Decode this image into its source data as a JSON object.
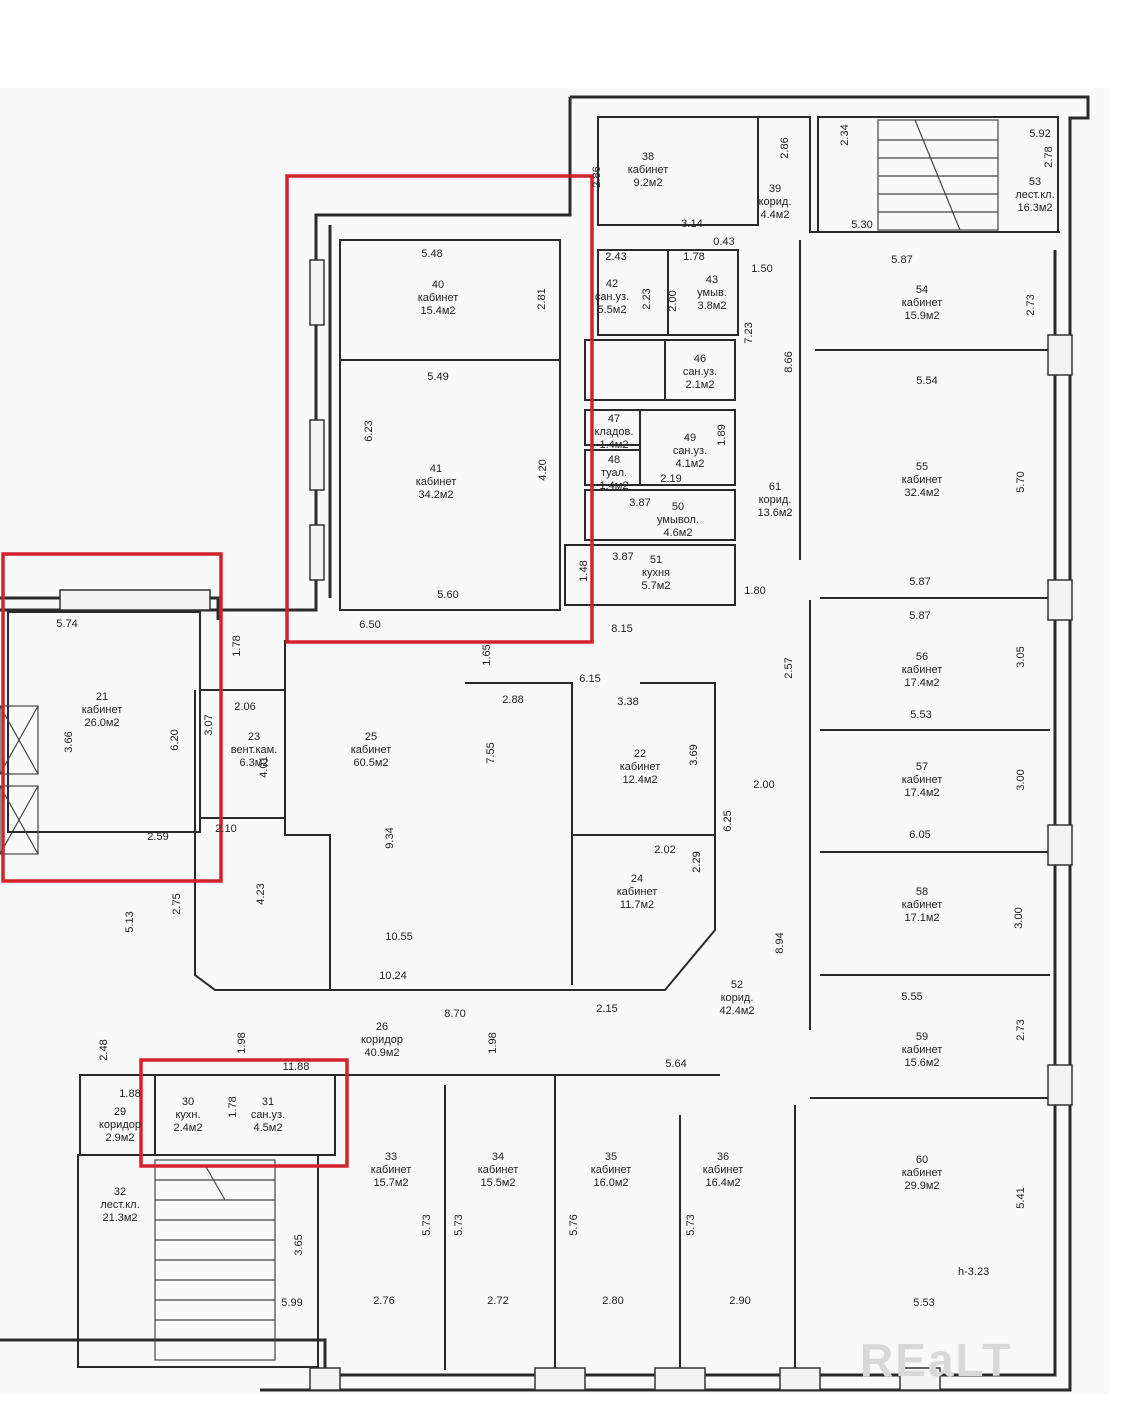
{
  "rooms": [
    {
      "id": "r38",
      "num": "38",
      "name": "кабинет",
      "area": "9.2м2"
    },
    {
      "id": "r39",
      "num": "39",
      "name": "корид.",
      "area": "4.4м2"
    },
    {
      "id": "r53",
      "num": "53",
      "name": "лест.кл.",
      "area": "16.3м2"
    },
    {
      "id": "r40",
      "num": "40",
      "name": "кабинет",
      "area": "15.4м2"
    },
    {
      "id": "r42",
      "num": "42",
      "name": "сан.уз.",
      "area": "5.5м2"
    },
    {
      "id": "r43",
      "num": "43",
      "name": "умыв.",
      "area": "3.8м2"
    },
    {
      "id": "r46",
      "num": "46",
      "name": "сан.уз.",
      "area": "2.1м2"
    },
    {
      "id": "r47",
      "num": "47",
      "name": "кладов.",
      "area": "1.4м2"
    },
    {
      "id": "r49",
      "num": "49",
      "name": "сан.уз.",
      "area": "4.1м2"
    },
    {
      "id": "r48",
      "num": "48",
      "name": "туал.",
      "area": "1.4м2"
    },
    {
      "id": "r50",
      "num": "50",
      "name": "умывол.",
      "area": "4.6м2"
    },
    {
      "id": "r51",
      "num": "51",
      "name": "кухня",
      "area": "5.7м2"
    },
    {
      "id": "r41",
      "num": "41",
      "name": "кабинет",
      "area": "34.2м2"
    },
    {
      "id": "r54",
      "num": "54",
      "name": "кабинет",
      "area": "15.9м2"
    },
    {
      "id": "r55",
      "num": "55",
      "name": "кабинет",
      "area": "32.4м2"
    },
    {
      "id": "r61",
      "num": "61",
      "name": "корид.",
      "area": "13.6м2"
    },
    {
      "id": "r56",
      "num": "56",
      "name": "кабинет",
      "area": "17.4м2"
    },
    {
      "id": "r57",
      "num": "57",
      "name": "кабинет",
      "area": "17.4м2"
    },
    {
      "id": "r58",
      "num": "58",
      "name": "кабинет",
      "area": "17.1м2"
    },
    {
      "id": "r59",
      "num": "59",
      "name": "кабинет",
      "area": "15.6м2"
    },
    {
      "id": "r60",
      "num": "60",
      "name": "кабинет",
      "area": "29.9м2"
    },
    {
      "id": "r52",
      "num": "52",
      "name": "корид.",
      "area": "42.4м2"
    },
    {
      "id": "r21",
      "num": "21",
      "name": "кабинет",
      "area": "26.0м2"
    },
    {
      "id": "r23",
      "num": "23",
      "name": "вент.кам.",
      "area": "6.3м2"
    },
    {
      "id": "r25",
      "num": "25",
      "name": "кабинет",
      "area": "60.5м2"
    },
    {
      "id": "r22",
      "num": "22",
      "name": "кабинет",
      "area": "12.4м2"
    },
    {
      "id": "r24",
      "num": "24",
      "name": "кабинет",
      "area": "11.7м2"
    },
    {
      "id": "r26",
      "num": "26",
      "name": "коридор",
      "area": "40.9м2"
    },
    {
      "id": "r29",
      "num": "29",
      "name": "коридор",
      "area": "2.9м2"
    },
    {
      "id": "r30",
      "num": "30",
      "name": "кухн.",
      "area": "2.4м2"
    },
    {
      "id": "r31",
      "num": "31",
      "name": "сан.уз.",
      "area": "4.5м2"
    },
    {
      "id": "r32",
      "num": "32",
      "name": "лест.кл.",
      "area": "21.3м2"
    },
    {
      "id": "r33",
      "num": "33",
      "name": "кабинет",
      "area": "15.7м2"
    },
    {
      "id": "r34",
      "num": "34",
      "name": "кабинет",
      "area": "15.5м2"
    },
    {
      "id": "r35",
      "num": "35",
      "name": "кабинет",
      "area": "16.0м2"
    },
    {
      "id": "r36",
      "num": "36",
      "name": "кабинет",
      "area": "16.4м2"
    }
  ],
  "dimensions": [
    "2.86",
    "2.86",
    "2.34",
    "5.92",
    "2.78",
    "3.14",
    "0.43",
    "5.30",
    "5.48",
    "2.81",
    "2.43",
    "1.78",
    "1.50",
    "2.23",
    "2.00",
    "7.23",
    "8.66",
    "5.87",
    "2.73",
    "5.54",
    "5.49",
    "6.23",
    "4.20",
    "1.89",
    "2.19",
    "3.87",
    "3.87",
    "1.48",
    "5.70",
    "5.60",
    "6.50",
    "8.15",
    "1.80",
    "5.87",
    "5.87",
    "1.65",
    "6.15",
    "2.88",
    "3.38",
    "2.57",
    "3.05",
    "5.74",
    "1.78",
    "2.06",
    "3.07",
    "3.66",
    "6.20",
    "4.01",
    "7.55",
    "3.69",
    "5.53",
    "2.00",
    "3.00",
    "6.25",
    "2.10",
    "2.59",
    "9.34",
    "2.02",
    "2.29",
    "6.05",
    "4.23",
    "2.75",
    "5.13",
    "10.55",
    "8.94",
    "3.00",
    "10.24",
    "2.15",
    "5.55",
    "8.70",
    "1.98",
    "1.98",
    "2.73",
    "2.48",
    "1.88",
    "11.88",
    "1.78",
    "5.64",
    "3.65",
    "5.73",
    "5.73",
    "5.76",
    "5.73",
    "5.41",
    "5.99",
    "2.76",
    "2.72",
    "2.80",
    "2.90",
    "5.53"
  ],
  "height_label": "h-3.23",
  "watermark": "REaLT"
}
